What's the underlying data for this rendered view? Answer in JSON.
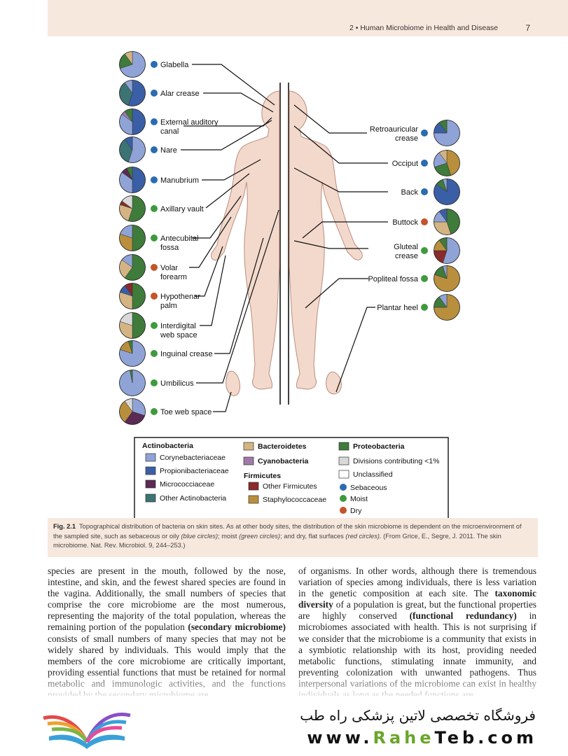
{
  "header": {
    "running_head": "2 • Human Microbiome in Health and Disease",
    "page_number": "7"
  },
  "figure": {
    "left_sites": [
      {
        "label": [
          "Glabella"
        ],
        "type": "sebaceous"
      },
      {
        "label": [
          "Alar crease"
        ],
        "type": "sebaceous"
      },
      {
        "label": [
          "External auditory",
          "canal"
        ],
        "type": "sebaceous"
      },
      {
        "label": [
          "Nare"
        ],
        "type": "sebaceous"
      },
      {
        "label": [
          "Manubrium"
        ],
        "type": "sebaceous"
      },
      {
        "label": [
          "Axillary vault"
        ],
        "type": "moist"
      },
      {
        "label": [
          "Antecubital",
          "fossa"
        ],
        "type": "moist"
      },
      {
        "label": [
          "Volar",
          "forearm"
        ],
        "type": "dry"
      },
      {
        "label": [
          "Hypothenar",
          "palm"
        ],
        "type": "dry"
      },
      {
        "label": [
          "Interdigital",
          "web space"
        ],
        "type": "moist"
      },
      {
        "label": [
          "Inguinal crease"
        ],
        "type": "moist"
      },
      {
        "label": [
          "Umbilicus"
        ],
        "type": "moist"
      },
      {
        "label": [
          "Toe web space"
        ],
        "type": "moist"
      }
    ],
    "right_sites": [
      {
        "label": [
          "Retroauricular",
          "crease"
        ],
        "type": "sebaceous"
      },
      {
        "label": [
          "Occiput"
        ],
        "type": "sebaceous"
      },
      {
        "label": [
          "Back"
        ],
        "type": "sebaceous"
      },
      {
        "label": [
          "Buttock"
        ],
        "type": "dry"
      },
      {
        "label": [
          "Gluteal",
          "crease"
        ],
        "type": "moist"
      },
      {
        "label": [
          "Popliteal fossa"
        ],
        "type": "moist"
      },
      {
        "label": [
          "Plantar heel"
        ],
        "type": "moist"
      }
    ],
    "colors": {
      "cory": "#8fa3d6",
      "prop": "#3b5fa6",
      "micro": "#5b2a55",
      "otheract": "#3c7373",
      "bact": "#d4b483",
      "cyano": "#a07aa8",
      "otherfirm": "#8a2a2a",
      "staph": "#b98f3d",
      "proteo": "#3f7b3a",
      "div": "#d9d9d9",
      "uncl": "#ffffff",
      "sebaceous": "#2b6cb0",
      "moist": "#3f9a3f",
      "dry": "#c4542a"
    },
    "legend": {
      "group_actino": "Actinobacteria",
      "cory": "Corynebacteriaceae",
      "prop": "Propionibacteriaceae",
      "micro": "Micrococciaceae",
      "otheract": "Other Actinobacteria",
      "bact": "Bacteroidetes",
      "cyano": "Cyanobacteria",
      "group_firm": "Firmicutes",
      "otherfirm": "Other Firmicutes",
      "staph": "Staphylococcaceae",
      "proteo": "Proteobacteria",
      "div": "Divisions contributing <1%",
      "uncl": "Unclassified",
      "sebaceous": "Sebaceous",
      "moist": "Moist",
      "dry": "Dry"
    }
  },
  "caption": {
    "label": "Fig. 2.1",
    "text": "Topographical distribution of bacteria on skin sites. As at other body sites, the distribution of the skin microbiome is dependent on the microenvironment of the sampled site, such as sebaceous or oily",
    "blue": "(blue circles)",
    "mid": "; moist",
    "green": "(green circles)",
    "mid2": "; and dry, flat surfaces",
    "red": "(red circles).",
    "source": "(From Grice, E., Segre, J. 2011. The skin microbiome. Nat. Rev. Microbiol. 9, 244–253.)"
  },
  "body": {
    "left_1": "species are present in the mouth, followed by the nose, intestine, and skin, and the fewest shared species are found in the vagina. Additionally, the small numbers of species that comprise the core microbiome are the most numerous, representing the majority of the total population, whereas the remaining portion of the population",
    "left_bold": "(secondary microbiome)",
    "left_2": "consists of small numbers of many species that may not be widely shared by individuals. This would imply that the members of the core microbiome are critically important, providing essential functions that must be retained for normal metabolic and immunologic activities, and the functions provided by the secondary microbiome are",
    "right_1": "of organisms. In other words, although there is tremendous variation of species among individuals, there is less variation in the genetic composition at each site. The",
    "right_bold1": "taxonomic diversity",
    "right_2": "of a population is great, but the functional properties are highly conserved",
    "right_bold2": "(functional redundancy)",
    "right_3": "in microbiomes associated with health. This is not surprising if we consider that the microbiome is a community that exists in a symbiotic relationship with its host, providing needed metabolic functions, stimulating innate immunity, and preventing colonization with unwanted pathogens. Thus interpersonal variations of the microbiome can exist in healthy individuals as long as the needed functions are"
  },
  "footer": {
    "store_name": "فروشگاه تخصصی لاتین پزشکی راه طب",
    "url_a": "www.",
    "url_b": "Rahe",
    "url_c": "Teb",
    "url_d": ".com"
  }
}
